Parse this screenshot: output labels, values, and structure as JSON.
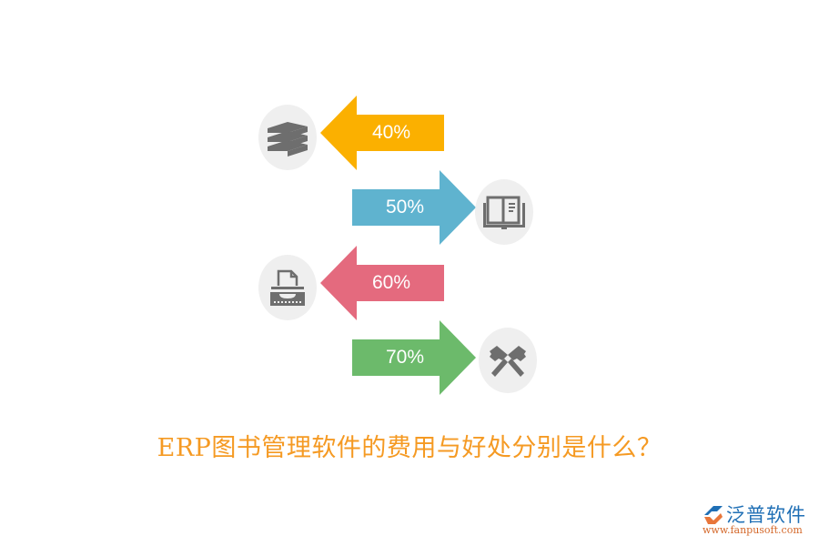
{
  "diagram": {
    "items": [
      {
        "label": "40%",
        "direction": "left",
        "color": "#fbb000",
        "icon": "books-icon"
      },
      {
        "label": "50%",
        "direction": "right",
        "color": "#5fb3cf",
        "icon": "open-book-icon"
      },
      {
        "label": "60%",
        "direction": "left",
        "color": "#e46a7e",
        "icon": "typewriter-icon"
      },
      {
        "label": "70%",
        "direction": "right",
        "color": "#6cba6b",
        "icon": "hammers-icon"
      }
    ],
    "icon_color": "#6e6e6e",
    "icon_bg_color": "#efefef"
  },
  "title": "ERP图书管理软件的费用与好处分别是什么？",
  "title_color": "#f59a23",
  "logo": {
    "brand": "泛普软件",
    "url": "www.fanpusoft.com"
  }
}
